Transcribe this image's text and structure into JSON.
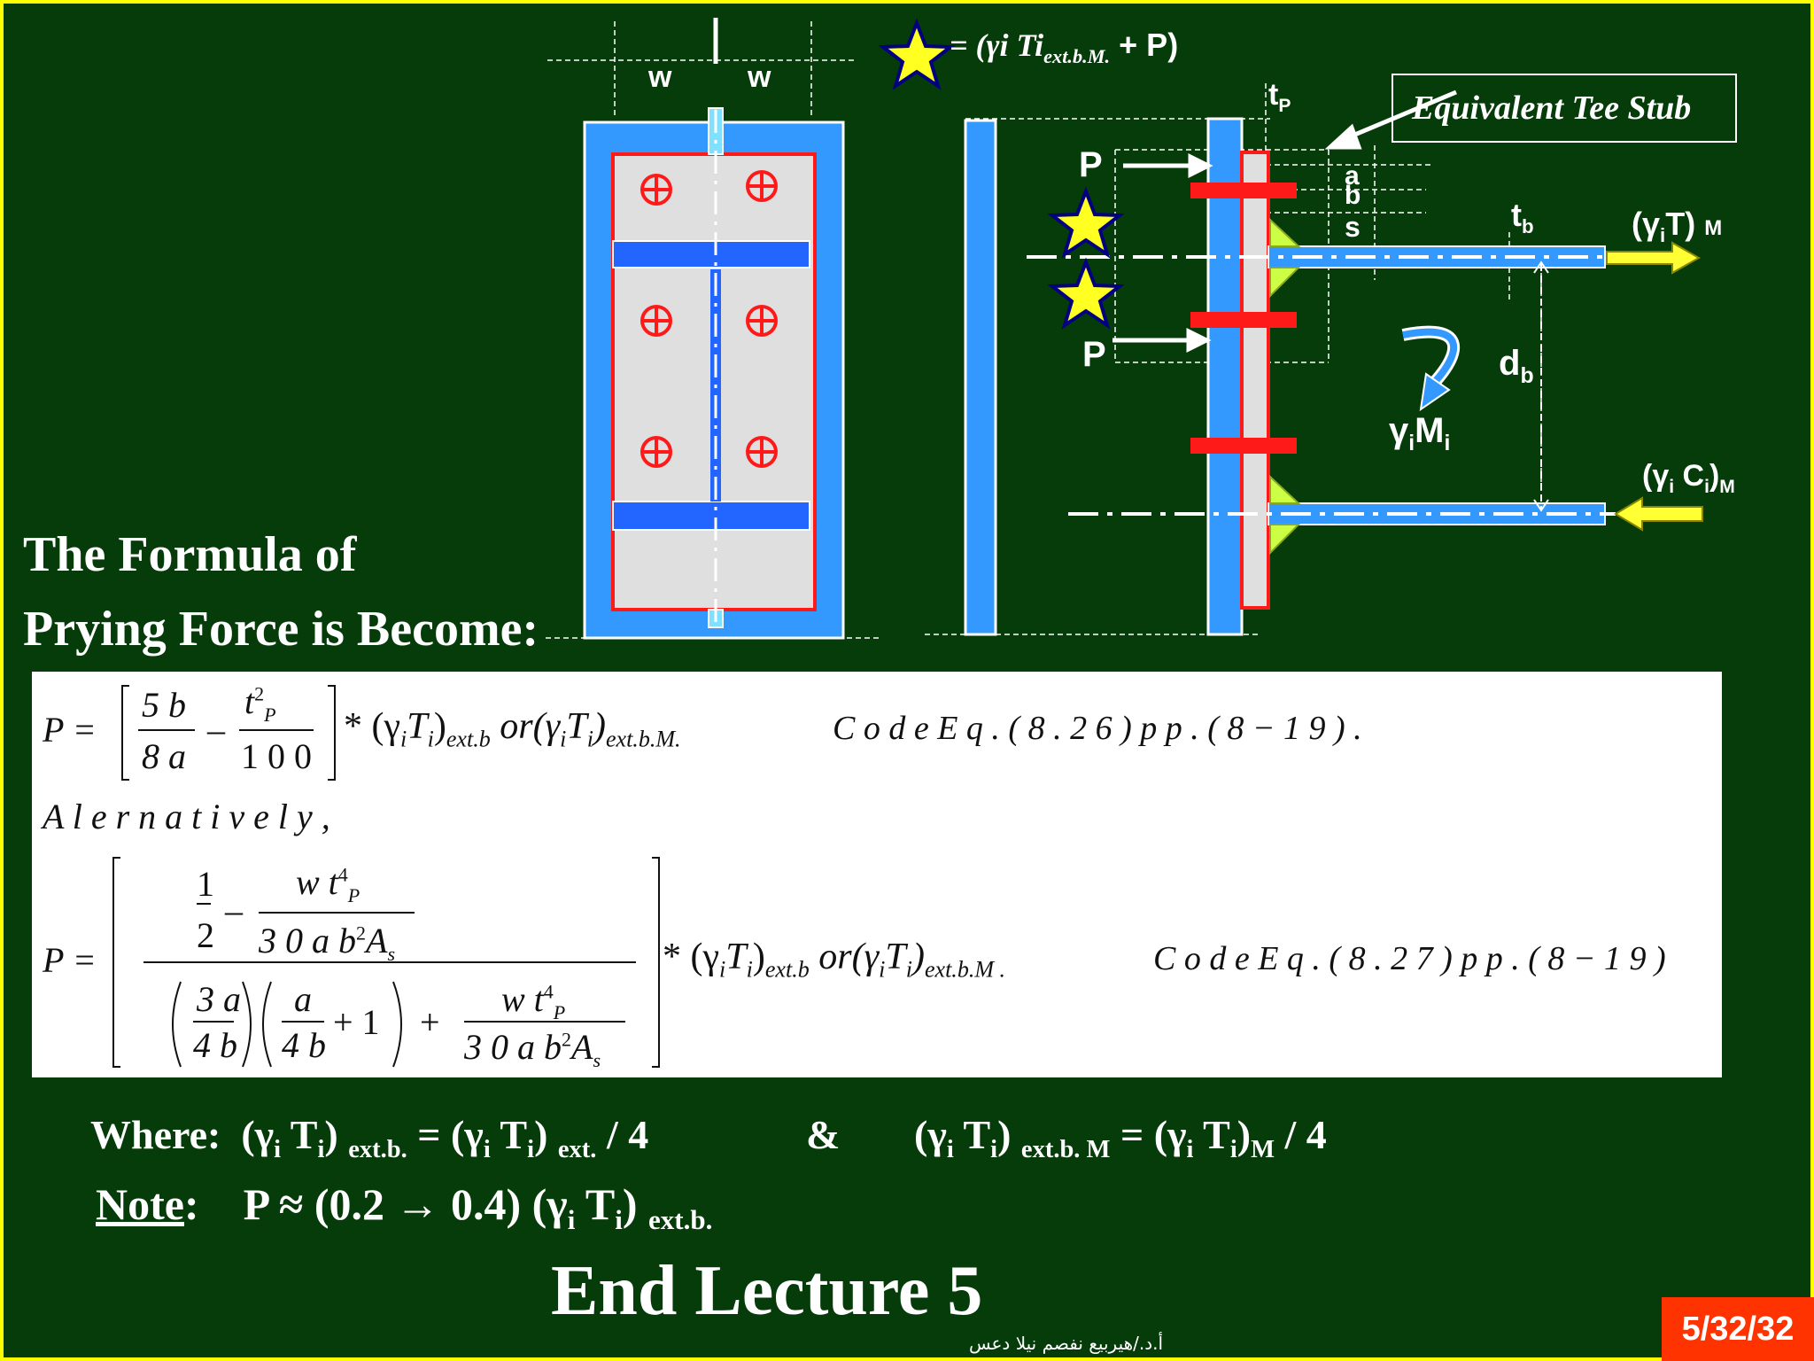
{
  "slide": {
    "heading_line1": "The Formula of",
    "heading_line2": "Prying Force is Become:",
    "diagram": {
      "legend_eq": "= (γi Ti",
      "legend_sub": "ext.b.M.",
      "legend_tail": "+ P)",
      "w_left": "w",
      "w_right": "w",
      "tp": "t",
      "tp_sub": "P",
      "equivalent_tee_stub": "Equivalent Tee Stub",
      "p_top": "P",
      "p_bottom": "P",
      "a": "a",
      "b": "b",
      "s": "s",
      "tb": "t",
      "tb_sub": "b",
      "gamma_t_m": "(γ",
      "gamma_t_m_i": "i",
      "gamma_t_m_rest": "T)",
      "gamma_t_m_sub": "M",
      "db": "d",
      "db_sub": "b",
      "gamma_m": "γ",
      "gamma_m_i": "i",
      "gamma_m_rest": "M",
      "gamma_m_i2": "i",
      "gamma_c": "(γ",
      "gamma_c_i": "i",
      "gamma_c_rest": " C",
      "gamma_c_i2": "i",
      "gamma_c_close": ")",
      "gamma_c_sub": "M"
    },
    "formula": {
      "eq1_lhs": "P  =",
      "eq1_num1": "5 b",
      "eq1_den1": "8 a",
      "eq1_minus": "–",
      "eq1_num2": "t",
      "eq1_num2_sup": "2",
      "eq1_num2_sub": "P",
      "eq1_den2": "1 0 0",
      "eq1_tail": "* (γ",
      "eq1_tail2": "T",
      "eq1_sub1": "i",
      "eq1_sub2": "i",
      "eq1_sub3": "ext.b",
      "eq1_or": "or(γ",
      "eq1_or2": "T",
      "eq1_or_sub1": "i",
      "eq1_or_sub2": "i",
      "eq1_or_close": ")",
      "eq1_or_sub3": "ext.b.M.",
      "eq1_code": "C o d e     E q . ( 8 . 2 6 )     p p . ( 8 − 1 9 ) .",
      "alt": "A l e r n a t i v e l y ,",
      "eq2_lhs": "P  =",
      "eq2_half_num": "1",
      "eq2_half_den": "2",
      "eq2_minus": "–",
      "eq2_frac_num": "w t",
      "eq2_frac_num_sup": "4",
      "eq2_frac_num_sub": "P",
      "eq2_frac_den": "3 0 a b",
      "eq2_frac_den_sup": "2",
      "eq2_frac_den_rest": "A",
      "eq2_frac_den_sub": "s",
      "eq2_b1_num": "3 a",
      "eq2_b1_den": "4 b",
      "eq2_b2_num": "a",
      "eq2_b2_den": "4 b",
      "eq2_plus1": "+ 1",
      "eq2_plus": "+",
      "eq2_f2_num": "w t",
      "eq2_f2_num_sup": "4",
      "eq2_f2_num_sub": "P",
      "eq2_f2_den": "3 0 a b",
      "eq2_f2_den_sup": "2",
      "eq2_f2_den_rest": "A",
      "eq2_f2_den_sub": "s",
      "eq2_tail": "* (γ",
      "eq2_tail2": "T",
      "eq2_sub1": "i",
      "eq2_sub2": "i",
      "eq2_paren": ")",
      "eq2_sub3": "ext.b",
      "eq2_or": "or(γ",
      "eq2_or2": "T",
      "eq2_or_sub1": "i",
      "eq2_or_sub2": "i",
      "eq2_or_close": ")",
      "eq2_or_sub3": "ext.b.M .",
      "eq2_code": "C o d e     E q . ( 8 . 2 7 )     p p . ( 8 − 1 9 )"
    },
    "where": {
      "label": "Where:",
      "p1": "(γ",
      "p1_i": "i",
      "p1_t": " T",
      "p1_i2": "i",
      "p1_close": ")",
      "p1_sub": "ext.b.",
      "p1_eq": "= (γ",
      "p1_eq_i": "i",
      "p1_eq_t": " T",
      "p1_eq_i2": "i",
      "p1_eq_close": ")",
      "p1_eq_sub": "ext.",
      "p1_div": "/  4",
      "amp": "&",
      "p2": "(γ",
      "p2_i": "i",
      "p2_t": " T",
      "p2_i2": "i",
      "p2_close": ")",
      "p2_sub": "ext.b. M",
      "p2_eq": "= (γ",
      "p2_eq_i": "i",
      "p2_eq_t": " T",
      "p2_eq_i2": "i",
      "p2_eq_close": ")",
      "p2_eq_sub": "M",
      "p2_div": "/ 4"
    },
    "note": {
      "label": "Note",
      "colon": ":",
      "text": "P ≈ (0.2 → 0.4) (γ",
      "text_i": "i",
      "text_t": " T",
      "text_i2": "i",
      "text_close": ")",
      "text_sub": "ext.b."
    },
    "end": "End Lecture 5",
    "page": "5/32/32",
    "author": "أ.د./هيربيع نفصم نيلا دعس"
  },
  "colors": {
    "background": "#063b0a",
    "border": "#ffff00",
    "steel_blue": "#3399ff",
    "plate_red": "#ff1a1a",
    "page_badge": "#ff3300"
  }
}
